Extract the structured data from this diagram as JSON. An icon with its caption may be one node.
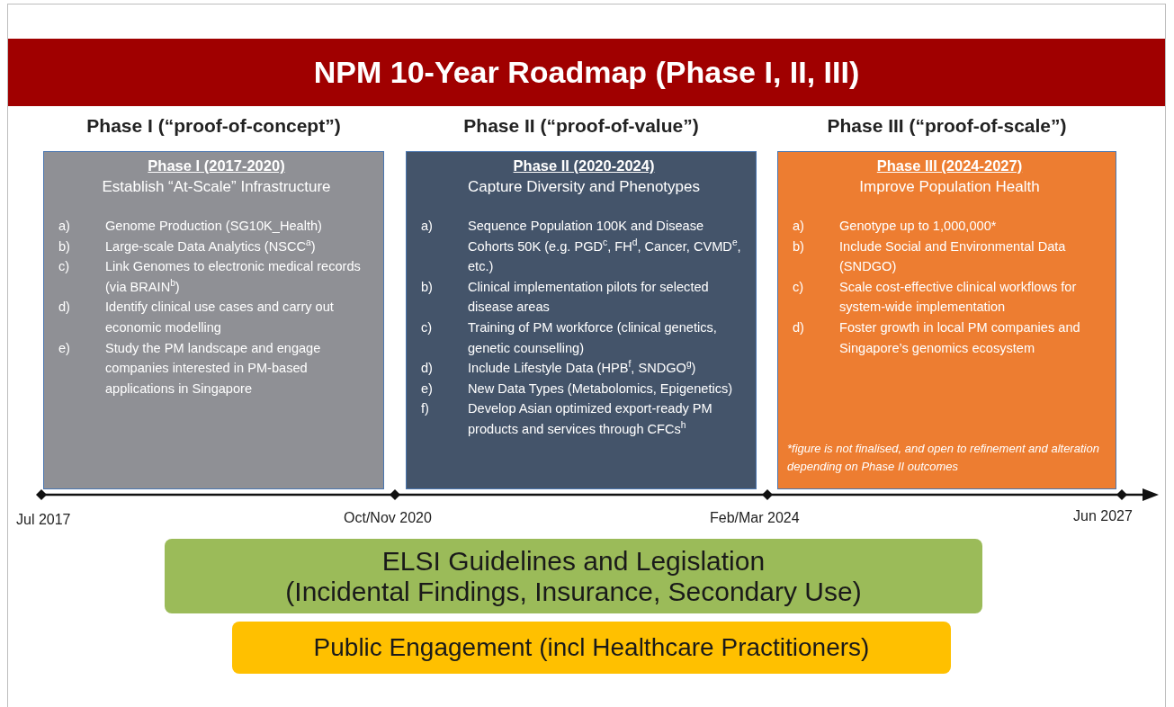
{
  "diagram": {
    "title": "NPM 10-Year Roadmap (Phase I, II, III)",
    "nodes": [
      {
        "text": [
          "Phase I (“proof-of-concept”)",
          "Phase I (2017-2020)",
          "Establish “At-Scale” Infrastructure",
          "a) Genome Production (SG10K_Health)",
          "b) Large-scale Data Analytics (NSCC$^{a}$)",
          "c) Link Genomes to electronic medical records (via BRAIN$^{b}$)",
          "d) Identify clinical use cases and carry out economic modelling",
          "e) Study the PM landscape and engage companies interested in PM-based applications in Singapore"
        ]
      },
      {
        "text": [
          "Phase II (“proof-of-value”)",
          "Phase II (2020-2024)",
          "Capture Diversity and Phenotypes",
          "a) Sequence Population 100K and Disease Cohorts 50K (e.g. PGD$^{c}$, FH$^{d}$, Cancer, CVMD$^{e}$, etc.)",
          "b) Clinical implementation pilots for selected disease areas",
          "c) Training of PM workforce (clinical genetics, genetic counselling)",
          "d) Include Lifestyle Data (HPB$^{f}$, SNDGO$^{g}$)",
          "e) New Data Types (Metabolomics, Epigenetics)",
          "f) Develop Asian optimized export-ready PM products and services through CFCs$^{h}$"
        ]
      },
      {
        "text": [
          "Phase III (“proof-of-scale”)",
          "Phase III (2024-2027)",
          "Improve Population Health",
          "a) Genotype up to 1,000,000*",
          "b) Include Social and Environmental Data (SNDGO)",
          "c) Scale cost-effective clinical workflows for system-wide implementation",
          "d) Foster growth in local PM companies and Singapore’s genomics ecosystem",
          "*figure is not finalised, and open to refinement and alteration depending on Phase II outcomes"
        ]
      },
      {
        "text": [
          "ELSI Guidelines and Legislation",
          "(Incidental Findings, Insurance, Secondary Use)"
        ]
      },
      {
        "text": [
          "Public Engagement (incl Healthcare Practitioners)"
        ]
      }
    ],
    "labels": [
      "Jul 2017",
      "Oct/Nov 2020",
      "Feb/Mar 2024",
      "Jun 2027"
    ]
  }
}
